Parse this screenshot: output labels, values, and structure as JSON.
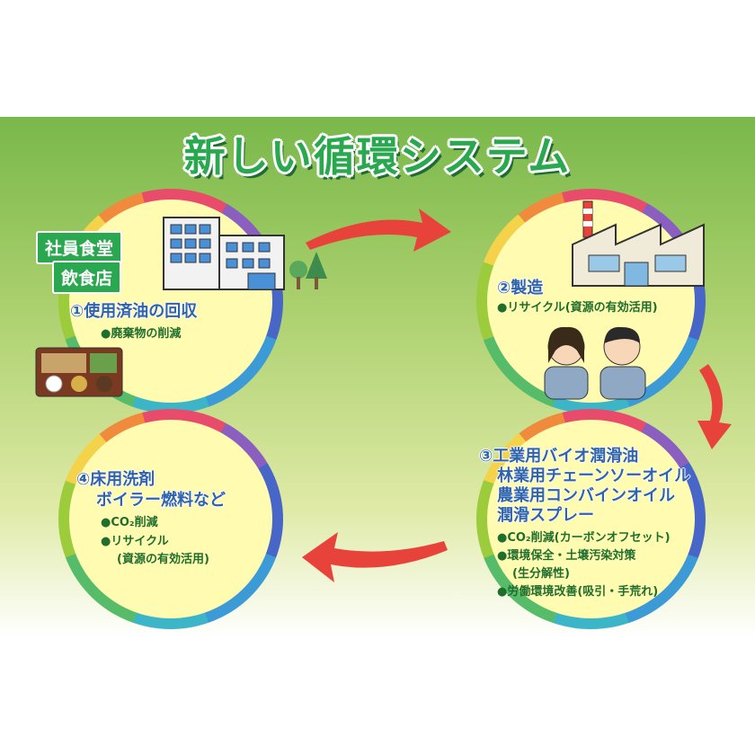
{
  "title": "新しい循環システム",
  "step1": {
    "tags": [
      "社員食堂",
      "飲食店"
    ],
    "heading": "①使用済油の回収",
    "bullets": [
      "●廃棄物の削減"
    ]
  },
  "step2": {
    "heading": "②製造",
    "bullets": [
      "●リサイクル(資源の有効活用)"
    ]
  },
  "step3": {
    "headings": [
      "③工業用バイオ潤滑油",
      "林業用チェーンソーオイル",
      "農業用コンバインオイル",
      "潤滑スプレー"
    ],
    "bullets": [
      "●CO₂削減(カーボンオフセット)",
      "●環境保全・土壌汚染対策",
      "(生分解性)",
      "●労働環境改善(吸引・手荒れ)"
    ]
  },
  "step4": {
    "headings": [
      "④床用洗剤",
      "ボイラー燃料など"
    ],
    "bullets": [
      "●CO₂削減",
      "●リサイクル",
      "(資源の有効活用)"
    ]
  },
  "colors": {
    "title": "#2aa84f",
    "heading": "#2f64ad",
    "bullet": "#1f6e2e",
    "arrow": "#e8433a",
    "circle_fill": "#fffbb0"
  }
}
